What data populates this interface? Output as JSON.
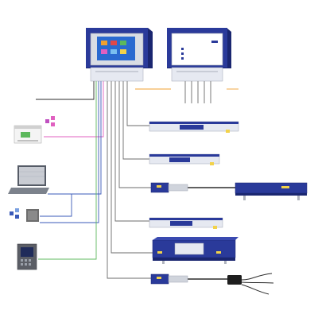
{
  "colors": {
    "housing_blue": "#2a3a9a",
    "housing_blue_dark": "#1a2670",
    "bar_silver": "#e6e9f1",
    "cable_gray": "#6b6b6b",
    "cable_dark": "#2b2b2b",
    "cable_orange": "#f0a030",
    "cable_pink": "#e060c0",
    "cable_blue": "#3a5ab8",
    "cable_green": "#5cb85c",
    "cable_purple": "#8a56c8",
    "label_yellow": "#f2d24a",
    "screen_blue": "#2a6ad0"
  },
  "diagram": {
    "nodes": [
      {
        "id": "touchscreen-controller",
        "icon": "touchscreen-controller-icon"
      },
      {
        "id": "display-controller",
        "icon": "display-controller-icon"
      },
      {
        "id": "plc-module",
        "icon": "plc-icon"
      },
      {
        "id": "laptop",
        "icon": "laptop-icon"
      },
      {
        "id": "network-interface",
        "icon": "network-box-icon"
      },
      {
        "id": "hmi-panel",
        "icon": "hmi-panel-icon"
      },
      {
        "id": "ionizing-bar-1",
        "icon": "ionizing-bar-icon"
      },
      {
        "id": "ionizing-bar-2",
        "icon": "ionizing-bar-icon"
      },
      {
        "id": "sensor-with-blower",
        "icon": "sensor-blower-icon"
      },
      {
        "id": "ionizing-bar-3",
        "icon": "ionizing-bar-icon"
      },
      {
        "id": "blower-unit",
        "icon": "blower-icon"
      },
      {
        "id": "sensor-with-probe",
        "icon": "sensor-probe-icon"
      }
    ]
  }
}
